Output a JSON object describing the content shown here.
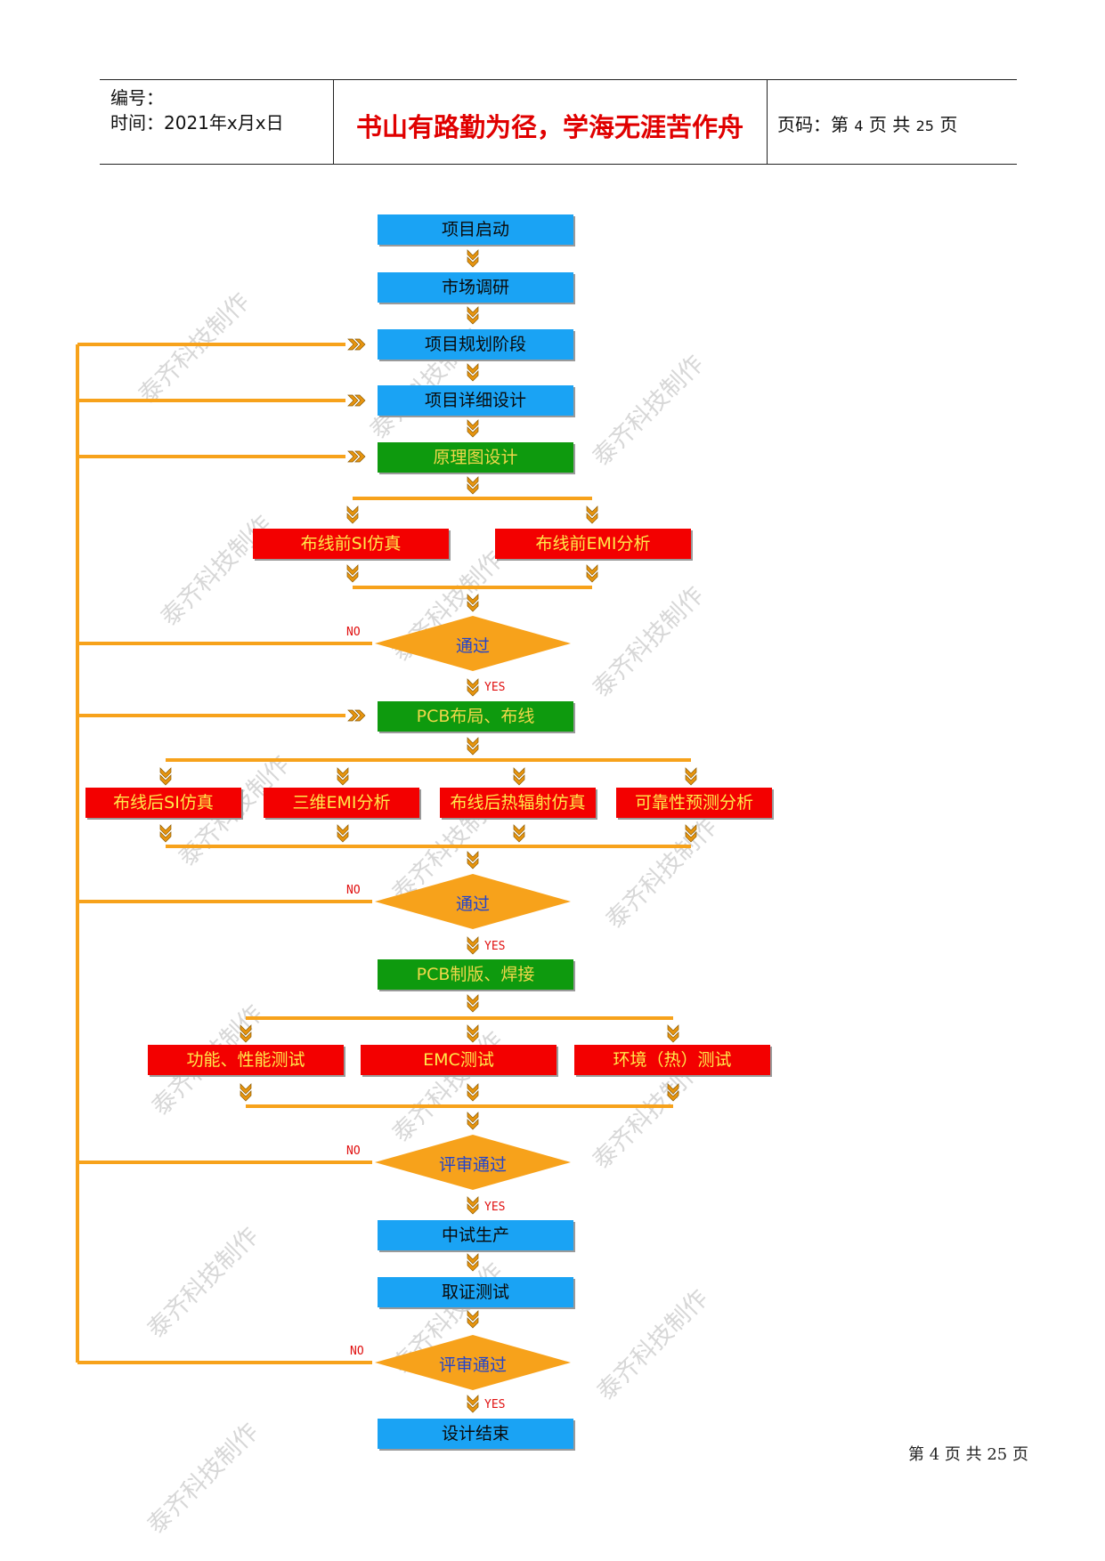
{
  "header": {
    "number_label": "编号：",
    "date_label": "时间：2021年x月x日",
    "motto": "书山有路勤为径，学海无涯苦作舟",
    "page_prefix": "页码：第",
    "page_current": "4",
    "page_mid": "页 共",
    "page_total": "25",
    "page_suffix": "页"
  },
  "flow": {
    "start": "项目启动",
    "market": "市场调研",
    "planning": "项目规划阶段",
    "detail": "项目详细设计",
    "schematic": "原理图设计",
    "pre_si": "布线前SI仿真",
    "pre_emi": "布线前EMI分析",
    "pass1": "通过",
    "pcb_layout": "PCB布局、布线",
    "post_si": "布线后SI仿真",
    "emi3d": "三维EMI分析",
    "thermal": "布线后热辐射仿真",
    "reliability": "可靠性预测分析",
    "pass2": "通过",
    "pcb_make": "PCB制版、焊接",
    "func_test": "功能、性能测试",
    "emc_test": "EMC测试",
    "env_test": "环境（热）测试",
    "review1": "评审通过",
    "pilot": "中试生产",
    "cert": "取证测试",
    "review2": "评审通过",
    "end": "设计结束",
    "no": "NO",
    "yes": "YES"
  },
  "watermark": "泰齐科技制作",
  "footer": {
    "text": "第 4 页 共 25 页"
  },
  "colors": {
    "process_blue": "#1aa3f4",
    "design_green": "#0e9a0e",
    "analysis_red": "#f30000",
    "connector_orange": "#f7a21b",
    "decision_orange": "#f7a21b"
  }
}
